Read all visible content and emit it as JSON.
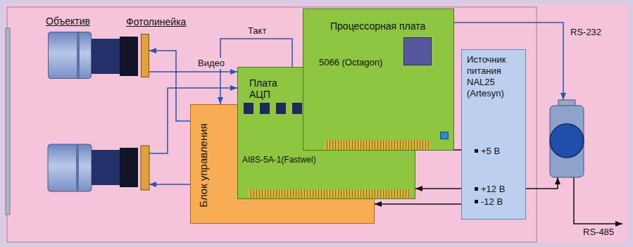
{
  "diagram": {
    "nodes": [
      {
        "text": [
          "Объектив"
        ]
      },
      {
        "text": [
          "Фотолинейка"
        ]
      },
      {
        "text": [
          "Процессорная плата",
          "5066 (Octagon)"
        ]
      },
      {
        "text": [
          "Плата АЦП",
          "AI8S-5A-1(Fastwel)"
        ]
      },
      {
        "text": [
          "Блок управления"
        ]
      },
      {
        "text": [
          "Источник питания NAL25 (Artesyn)",
          "+5 В",
          "+12 В",
          "-12 В"
        ]
      }
    ],
    "edges": [
      {
        "from": 4,
        "to": 1,
        "arrow": "to"
      },
      {
        "from": 1,
        "to": 3,
        "label": "Видео",
        "arrow": "to"
      },
      {
        "from": 3,
        "to": 4,
        "label": "Такт",
        "arrow": "to"
      },
      {
        "from": 5,
        "to": 2,
        "arrow": "to"
      },
      {
        "from": 5,
        "to": 3,
        "arrow": "to"
      },
      {
        "from": 5,
        "to": 4,
        "arrow": "to"
      }
    ],
    "labels": [
      "RS-232",
      "RS-485"
    ]
  }
}
